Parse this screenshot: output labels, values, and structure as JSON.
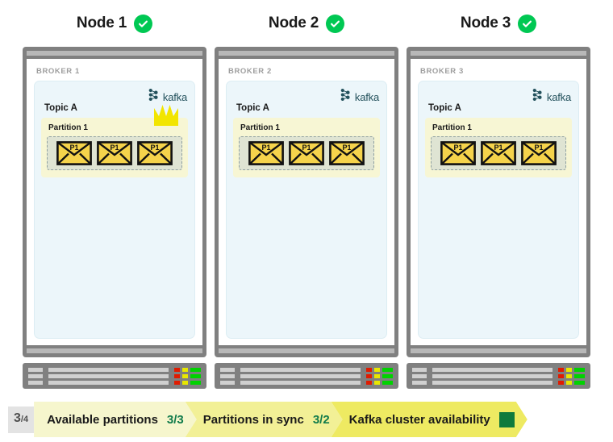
{
  "nodes": [
    {
      "title": "Node 1",
      "status_icon": "check-circle-icon",
      "broker_label": "BROKER 1",
      "logo_text": "kafka",
      "topic_label": "Topic A",
      "partition_label": "Partition 1",
      "messages": [
        "P1",
        "P1",
        "P1"
      ],
      "leader": true,
      "leader_icon": "crown-icon"
    },
    {
      "title": "Node 2",
      "status_icon": "check-circle-icon",
      "broker_label": "BROKER 2",
      "logo_text": "kafka",
      "topic_label": "Topic A",
      "partition_label": "Partition 1",
      "messages": [
        "P1",
        "P1",
        "P1"
      ],
      "leader": false,
      "leader_icon": ""
    },
    {
      "title": "Node 3",
      "status_icon": "check-circle-icon",
      "broker_label": "BROKER 3",
      "logo_text": "kafka",
      "topic_label": "Topic A",
      "partition_label": "Partition 1",
      "messages": [
        "P1",
        "P1",
        "P1"
      ],
      "leader": false,
      "leader_icon": ""
    }
  ],
  "status_bar": {
    "page_current": "3",
    "page_total": "/4",
    "items": [
      {
        "label": "Available partitions",
        "value": "3/3"
      },
      {
        "label": "Partitions in sync",
        "value": "3/2"
      },
      {
        "label": "Kafka cluster availability",
        "value": "",
        "swatch": "ok-square-icon"
      }
    ]
  },
  "colors": {
    "status_ok": "#00c853",
    "availability_square": "#0f7a3c",
    "value_green": "#0f7a4a",
    "frame_gray": "#808080",
    "kafka_panel": "#ecf6fa",
    "partition_yellow": "#f7f6d4",
    "envelope_yellow": "#f5d34b",
    "crown_yellow": "#f2e500"
  }
}
